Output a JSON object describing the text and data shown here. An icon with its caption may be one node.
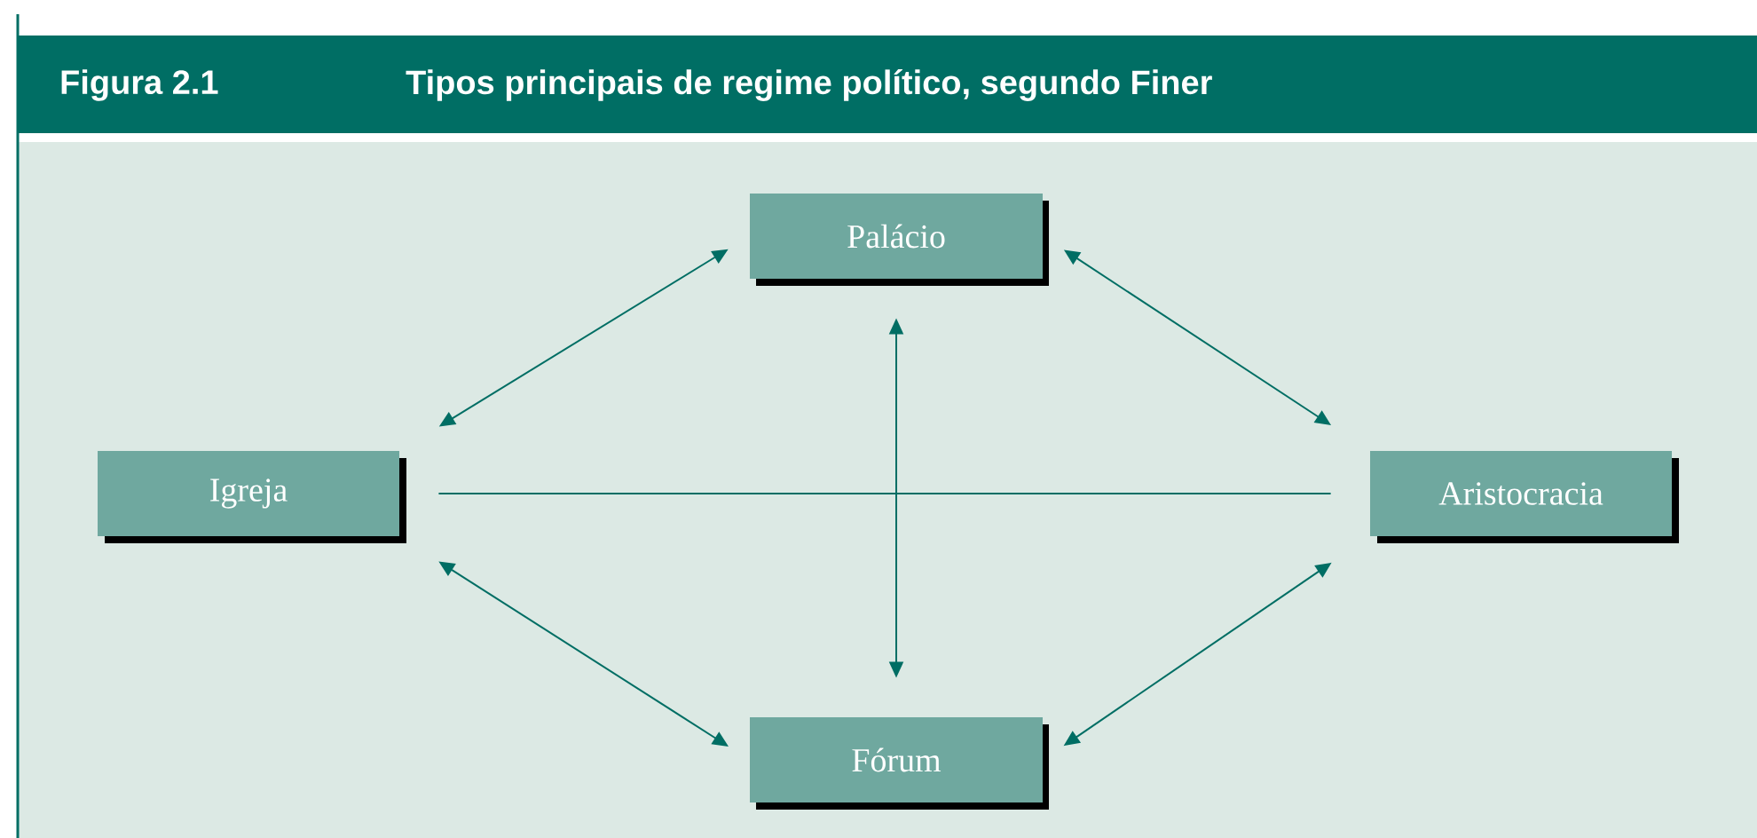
{
  "diagram": {
    "title": "Tipos principais de regime político, segundo Finer",
    "nodes": [
      {
        "text": [
          "Palácio"
        ]
      },
      {
        "text": [
          "Igreja"
        ]
      },
      {
        "text": [
          "Aristocracia"
        ]
      },
      {
        "text": [
          "Fórum"
        ]
      }
    ],
    "edges": [
      {
        "from": 1,
        "to": 0,
        "arrow": "both"
      },
      {
        "from": 0,
        "to": 2,
        "arrow": "both"
      },
      {
        "from": 0,
        "to": 3,
        "arrow": "both"
      },
      {
        "from": 1,
        "to": 2,
        "arrow": "none"
      },
      {
        "from": 1,
        "to": 3,
        "arrow": "both"
      },
      {
        "from": 3,
        "to": 2,
        "arrow": "both"
      }
    ],
    "labels": [
      "Figura 2.1"
    ]
  }
}
